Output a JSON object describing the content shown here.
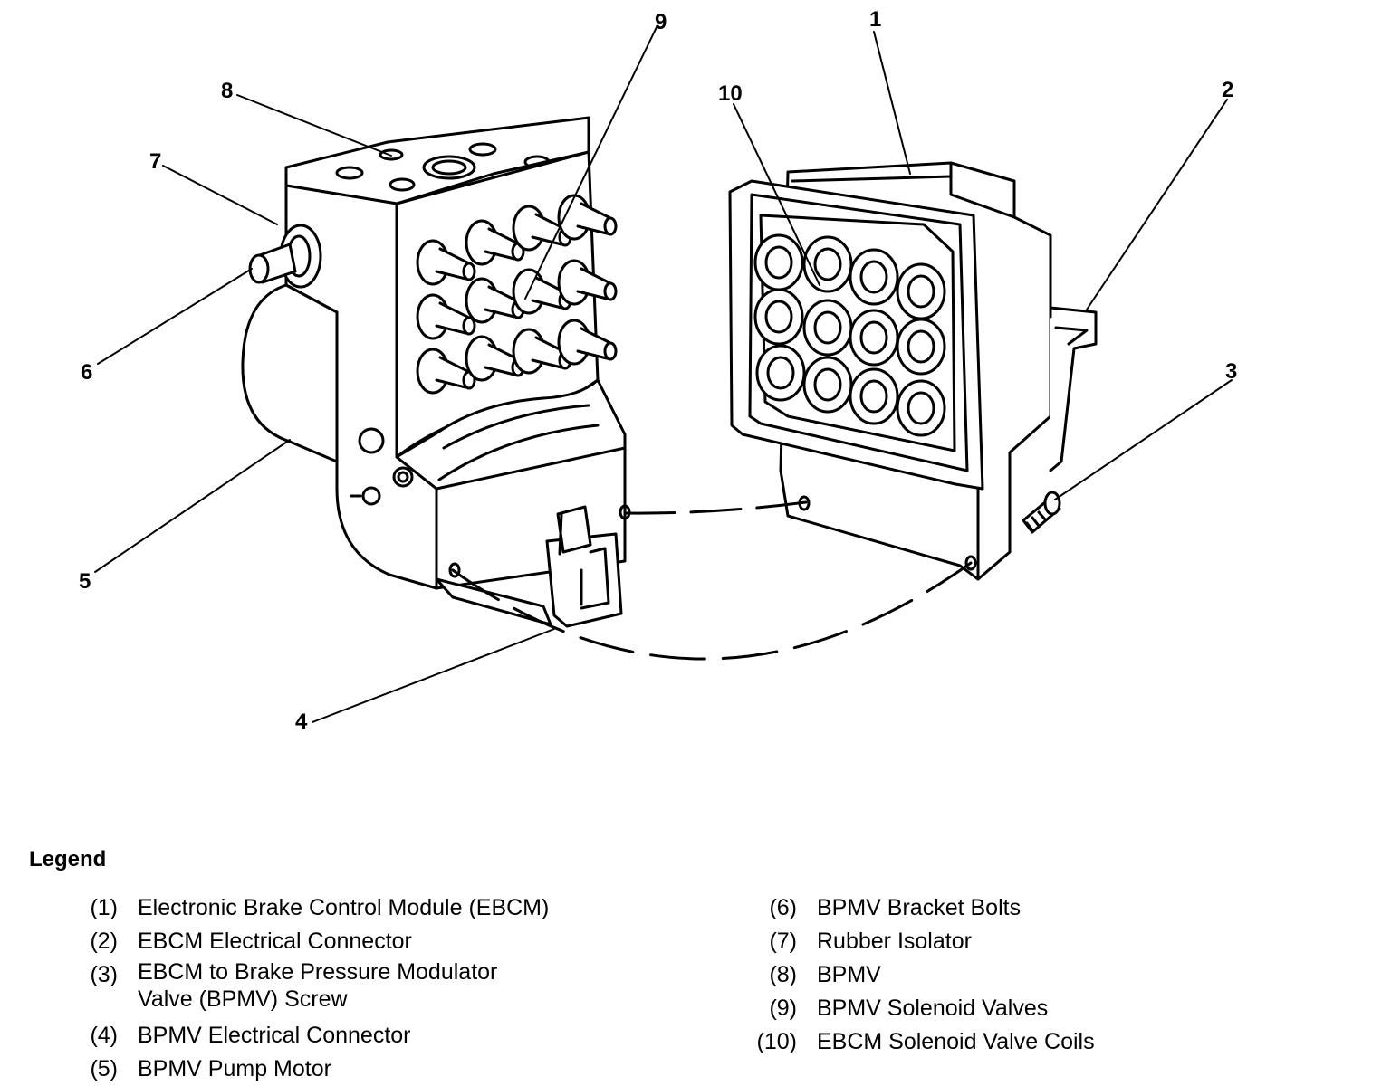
{
  "callouts": [
    "1",
    "2",
    "3",
    "4",
    "5",
    "6",
    "7",
    "8",
    "9",
    "10"
  ],
  "legend": {
    "title": "Legend",
    "left_items": [
      {
        "num": "(1)",
        "text": "Electronic Brake Control Module (EBCM)"
      },
      {
        "num": "(2)",
        "text": "EBCM Electrical Connector"
      },
      {
        "num": "(3)",
        "text": "EBCM to Brake Pressure Modulator",
        "text2": "Valve (BPMV) Screw"
      },
      {
        "num": "(4)",
        "text": "BPMV Electrical Connector"
      },
      {
        "num": "(5)",
        "text": "BPMV Pump Motor"
      }
    ],
    "right_items": [
      {
        "num": "(6)",
        "text": "BPMV Bracket Bolts"
      },
      {
        "num": "(7)",
        "text": "Rubber Isolator"
      },
      {
        "num": "(8)",
        "text": "BPMV"
      },
      {
        "num": "(9)",
        "text": "BPMV Solenoid Valves"
      },
      {
        "num": "(10)",
        "text": "EBCM Solenoid Valve Coils"
      }
    ]
  }
}
